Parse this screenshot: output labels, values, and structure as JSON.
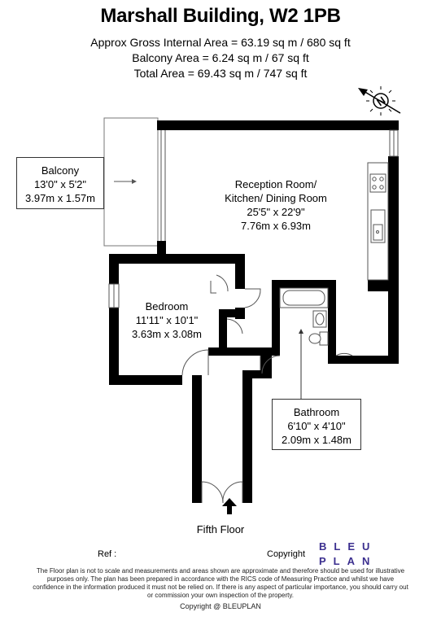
{
  "header": {
    "title": "Marshall Building, W2 1PB",
    "gross_area": "Approx Gross Internal Area = 63.19 sq m / 680 sq ft",
    "balcony_area": "Balcony Area = 6.24 sq m / 67 sq ft",
    "total_area": "Total Area = 69.43 sq m / 747 sq ft"
  },
  "compass": {
    "label": "N"
  },
  "rooms": {
    "reception": {
      "name_line1": "Reception Room/",
      "name_line2": "Kitchen/ Dining Room",
      "imperial": "25'5\" x 22'9\"",
      "metric": "7.76m x 6.93m"
    },
    "balcony": {
      "name": "Balcony",
      "imperial": "13'0\" x 5'2\"",
      "metric": "3.97m x 1.57m"
    },
    "bedroom": {
      "name": "Bedroom",
      "imperial": "11'11\" x 10'1\"",
      "metric": "3.63m x 3.08m"
    },
    "bathroom": {
      "name": "Bathroom",
      "imperial": "6'10\" x 4'10\"",
      "metric": "2.09m x 1.48m"
    }
  },
  "footer": {
    "floor": "Fifth Floor",
    "ref": "Ref  :",
    "copyright": "Copyright",
    "logo_top": "BLEU",
    "logo_bottom": "PLAN",
    "disclaimer": "The Floor plan is not to scale and measurements and areas shown are approximate and therefore should be used for illustrative purposes only. The plan has been prepared in accordance with the RICS code of Measuring Practice and whilst we have confidence in the information produced it must not be relied on. If there is any aspect of particular importance, you should carry out or commission your own inspection of the property.",
    "copyright_notice": "Copyright @ BLEUPLAN"
  },
  "colors": {
    "wall": "#000000",
    "logo": "#3b2f8f"
  }
}
